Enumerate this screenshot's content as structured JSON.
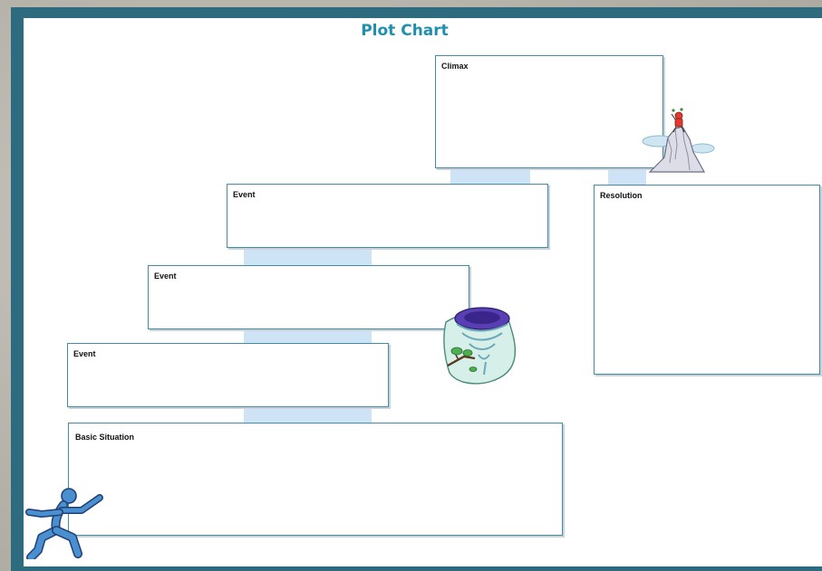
{
  "title": "Plot Chart",
  "boxes": {
    "climax": "Climax",
    "event_top": "Event",
    "event_middle": "Event",
    "event_bottom": "Event",
    "basic_situation": "Basic Situation",
    "resolution": "Resolution"
  },
  "colors": {
    "frame": "#2e6b7e",
    "title": "#1f8fb0",
    "box_border": "#3f8ea3",
    "connector": "#cfe3f7"
  },
  "clipart": [
    "mountain-climber-icon",
    "tornado-icon",
    "running-figure-icon"
  ]
}
